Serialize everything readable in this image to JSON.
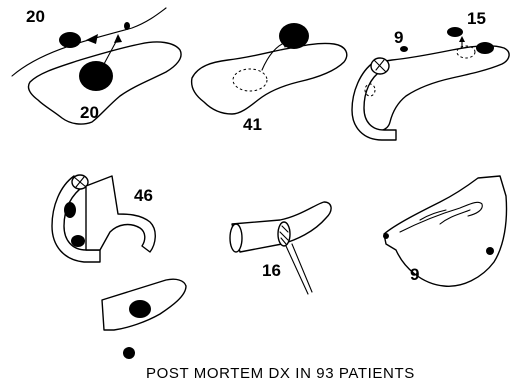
{
  "panels": [
    {
      "id": "panel-1",
      "counts": [
        "20",
        "20"
      ]
    },
    {
      "id": "panel-2",
      "counts": [
        "41"
      ]
    },
    {
      "id": "panel-3",
      "counts": [
        "9",
        "15"
      ]
    },
    {
      "id": "panel-4",
      "counts": [
        "46"
      ]
    },
    {
      "id": "panel-5",
      "counts": [
        "16"
      ]
    },
    {
      "id": "panel-6",
      "counts": [
        "9"
      ]
    }
  ],
  "legend": {
    "marker_icon": "filled-dot",
    "text": "POST  MORTEM  DX  IN  93  PATIENTS"
  },
  "colors": {
    "ink": "#000000",
    "paper": "#ffffff"
  }
}
